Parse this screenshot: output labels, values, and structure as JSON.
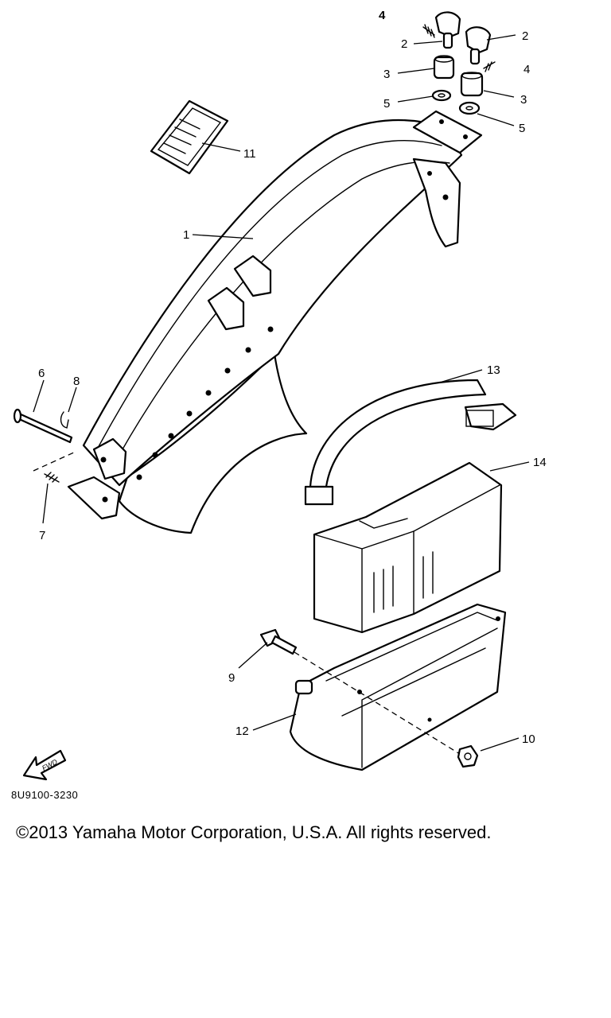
{
  "figure_code": "8U9100-3230",
  "copyright": "©2013 Yamaha Motor Corporation, U.S.A. All rights reserved.",
  "fwd_label": "FWD",
  "callouts": [
    "4",
    "2",
    "2",
    "4",
    "3",
    "3",
    "5",
    "5",
    "11",
    "1",
    "6",
    "8",
    "7",
    "13",
    "14",
    "9",
    "12",
    "10"
  ]
}
